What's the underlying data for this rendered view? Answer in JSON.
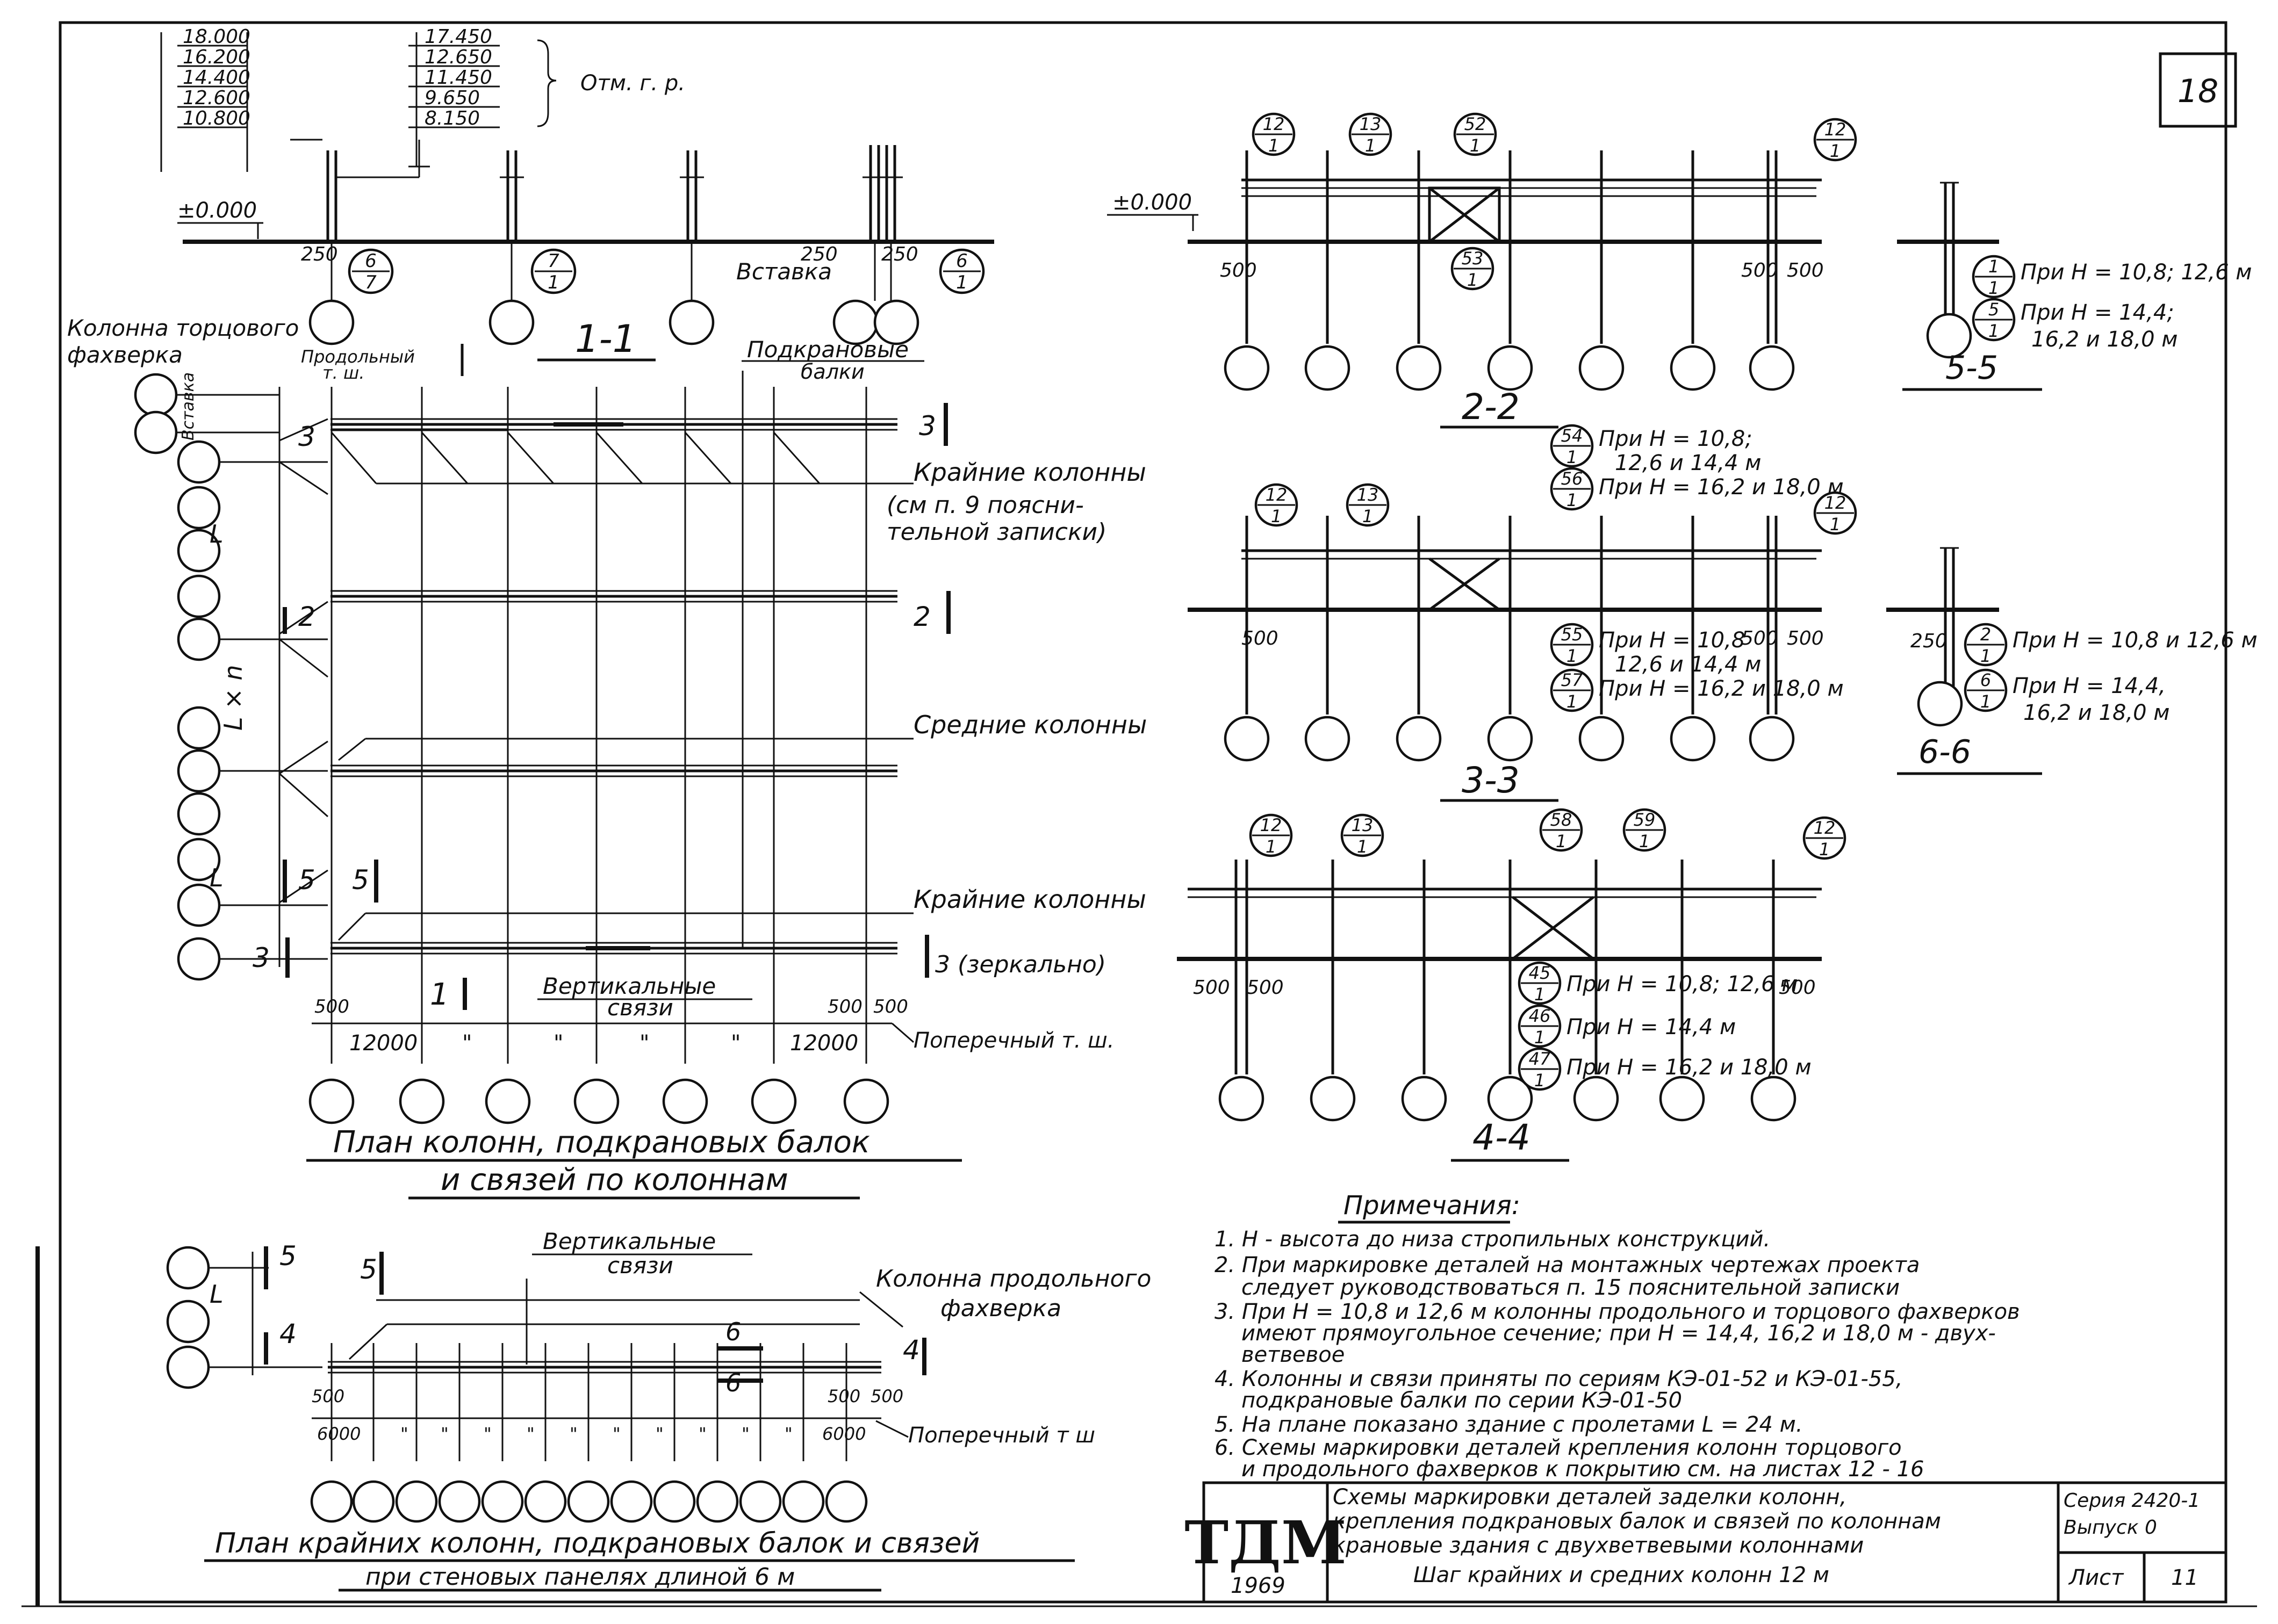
{
  "sheet_no": "18",
  "elev_left": [
    "18.000",
    "16.200",
    "14.400",
    "12.600",
    "10.800"
  ],
  "elev_right": [
    "17.450",
    "12.650",
    "11.450",
    "9.650",
    "8.150"
  ],
  "elev_label": "Отм. г. р.",
  "zero_mark": "±0.000",
  "dim": {
    "d250": "250",
    "d500": "500",
    "d12000": "12000",
    "d6000": "6000",
    "quote": "\""
  },
  "section_1_1": {
    "title": "1-1",
    "insert_label": "Вставка",
    "refs": [
      {
        "top": "6",
        "bot": "7"
      },
      {
        "top": "7",
        "bot": "1"
      },
      {
        "top": "6",
        "bot": "1"
      }
    ]
  },
  "plan": {
    "label_end_col": "Колонна торцового",
    "label_end_col_2": "фахверка",
    "label_long_ts": "Продольный",
    "label_long_ts_2": "т. ш.",
    "label_insert": "Вставка",
    "label_crane_beams": "Подкрановые",
    "label_crane_beams_2": "балки",
    "label_edge_cols": "Крайние колонны",
    "label_note_ref_1": "(см п. 9 поясни-",
    "label_note_ref_2": "тельной записки)",
    "label_mid_cols": "Средние колонны",
    "label_edge_cols_2": "Крайние колонны",
    "label_vert_braces": "Вертикальные",
    "label_vert_braces_2": "связи",
    "label_trans_ts": "Поперечный т. ш.",
    "mirror": "3 (зеркально)",
    "dim_l": "L",
    "dim_lxn": "L × n",
    "sec_marks": [
      "1",
      "2",
      "3",
      "5"
    ],
    "title_1": "План колонн, подкрановых балок",
    "title_2": "и связей по колоннам"
  },
  "plan2": {
    "label_vert_braces": "Вертикальные",
    "label_vert_braces_2": "связи",
    "label_long_col": "Колонна продольного",
    "label_long_col_2": "фахверка",
    "label_trans_ts": "Поперечный т ш",
    "sec_marks": [
      "4",
      "5",
      "6"
    ],
    "title_1": "План крайних колонн, подкрановых балок и связей",
    "title_2": "при стеновых панелях длиной 6 м"
  },
  "sec_2_2": {
    "title": "2-2",
    "refs": [
      {
        "top": "12",
        "bot": "1"
      },
      {
        "top": "13",
        "bot": "1"
      },
      {
        "top": "52",
        "bot": "1"
      },
      {
        "top": "12",
        "bot": "1"
      },
      {
        "top": "53",
        "bot": "1"
      }
    ]
  },
  "sec_3_3": {
    "title": "3-3",
    "refs": [
      {
        "top": "12",
        "bot": "1"
      },
      {
        "top": "13",
        "bot": "1"
      },
      {
        "top": "54",
        "bot": "1"
      },
      {
        "top": "56",
        "bot": "1"
      },
      {
        "top": "12",
        "bot": "1"
      },
      {
        "top": "55",
        "bot": "1"
      },
      {
        "top": "57",
        "bot": "1"
      }
    ],
    "note_54": "При Н = 10,8;",
    "note_54b": "12,6 и 14,4 м",
    "note_56": "При Н = 16,2 и 18,0 м",
    "note_55": "При Н = 10,8",
    "note_55b": "12,6 и 14,4 м",
    "note_57": "При Н = 16,2 и 18,0 м"
  },
  "sec_4_4": {
    "title": "4-4",
    "refs": [
      {
        "top": "12",
        "bot": "1"
      },
      {
        "top": "13",
        "bot": "1"
      },
      {
        "top": "58",
        "bot": "1"
      },
      {
        "top": "59",
        "bot": "1"
      },
      {
        "top": "12",
        "bot": "1"
      },
      {
        "top": "45",
        "bot": "1"
      },
      {
        "top": "46",
        "bot": "1"
      },
      {
        "top": "47",
        "bot": "1"
      }
    ],
    "note_45": "При Н = 10,8; 12,6 м",
    "note_46": "При Н = 14,4 м",
    "note_47": "При Н = 16,2 и 18,0 м"
  },
  "sec_5_5": {
    "title": "5-5",
    "refs": [
      {
        "top": "1",
        "bot": "1"
      },
      {
        "top": "5",
        "bot": "1"
      }
    ],
    "note_1": "При Н = 10,8; 12,6 м",
    "note_5": "При Н = 14,4;",
    "note_5b": "16,2 и 18,0 м"
  },
  "sec_6_6": {
    "title": "6-6",
    "refs": [
      {
        "top": "2",
        "bot": "1"
      },
      {
        "top": "6",
        "bot": "1"
      }
    ],
    "note_2": "При Н = 10,8 и 12,6 м",
    "note_6": "При Н = 14,4,",
    "note_6b": "16,2 и 18,0 м"
  },
  "notes": {
    "title": "Примечания:",
    "items": [
      "1. Н - высота до низа стропильных конструкций.",
      "2. При маркировке деталей на монтажных чертежах проекта",
      "следует руководствоваться п. 15 пояснительной записки",
      "3. При Н = 10,8 и 12,6 м колонны продольного и торцового фахверков",
      "имеют прямоугольное сечение; при Н = 14,4, 16,2 и 18,0 м - двух-",
      "ветвевое",
      "4. Колонны и связи приняты по сериям КЭ-01-52 и КЭ-01-55,",
      "подкрановые балки по серии КЭ-01-50",
      "5. На плане показано здание с пролетами L = 24 м.",
      "6. Схемы маркировки деталей крепления колонн торцового",
      "и продольного фахверков к покрытию см. на листах 12 - 16"
    ]
  },
  "title_block": {
    "logo": "ТДМ",
    "year": "1969",
    "desc_1": "Схемы маркировки деталей заделки колонн,",
    "desc_2": "крепления подкрановых балок и связей по колоннам",
    "desc_3": "крановые здания с двухветвевыми колоннами",
    "desc_4": "Шаг крайних и средних колонн 12 м",
    "series": "Серия 2420-1",
    "issue": "Выпуск 0",
    "sheet_label": "Лист",
    "sheet_num": "11"
  }
}
